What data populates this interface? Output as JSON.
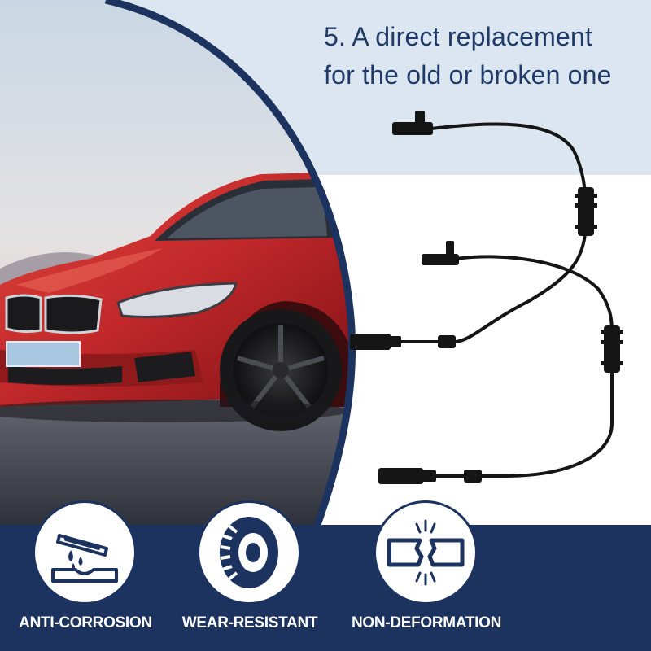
{
  "headline": {
    "line1": "5. A direct replacement",
    "line2": "for the old or broken one"
  },
  "features": [
    {
      "label": "ANTI-CORROSION",
      "icon": "anti-corrosion-icon"
    },
    {
      "label": "WEAR-RESISTANT",
      "icon": "tire-icon"
    },
    {
      "label": "NON-DEFORMATION",
      "icon": "non-deformation-icon"
    }
  ],
  "colors": {
    "navy": "#1c3360",
    "headline": "#1f3a68",
    "sky_panel": "#dbe6f0",
    "car_red": "#c0282a"
  }
}
